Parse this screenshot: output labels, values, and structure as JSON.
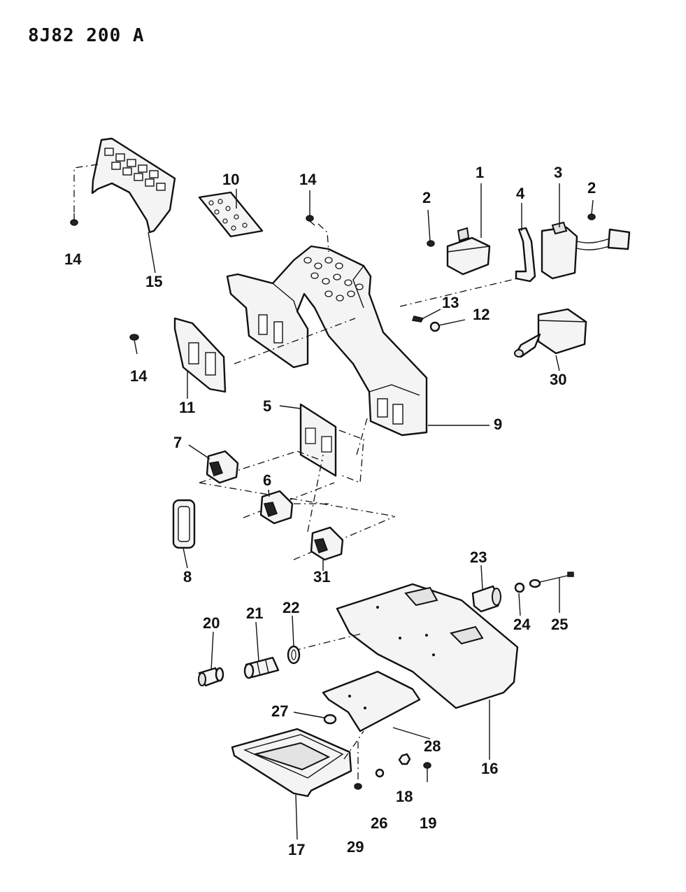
{
  "header": {
    "code": "8J82 200 A"
  },
  "callouts": {
    "c1": "1",
    "c2a": "2",
    "c2b": "2",
    "c3": "3",
    "c4": "4",
    "c5": "5",
    "c6": "6",
    "c7": "7",
    "c8": "8",
    "c9": "9",
    "c10": "10",
    "c11": "11",
    "c12": "12",
    "c13": "13",
    "c14a": "14",
    "c14b": "14",
    "c14c": "14",
    "c15": "15",
    "c16": "16",
    "c17": "17",
    "c18": "18",
    "c19": "19",
    "c20": "20",
    "c21": "21",
    "c22": "22",
    "c23": "23",
    "c24": "24",
    "c25": "25",
    "c26": "26",
    "c27": "27",
    "c28": "28",
    "c29": "29",
    "c30": "30",
    "c31": "31"
  }
}
